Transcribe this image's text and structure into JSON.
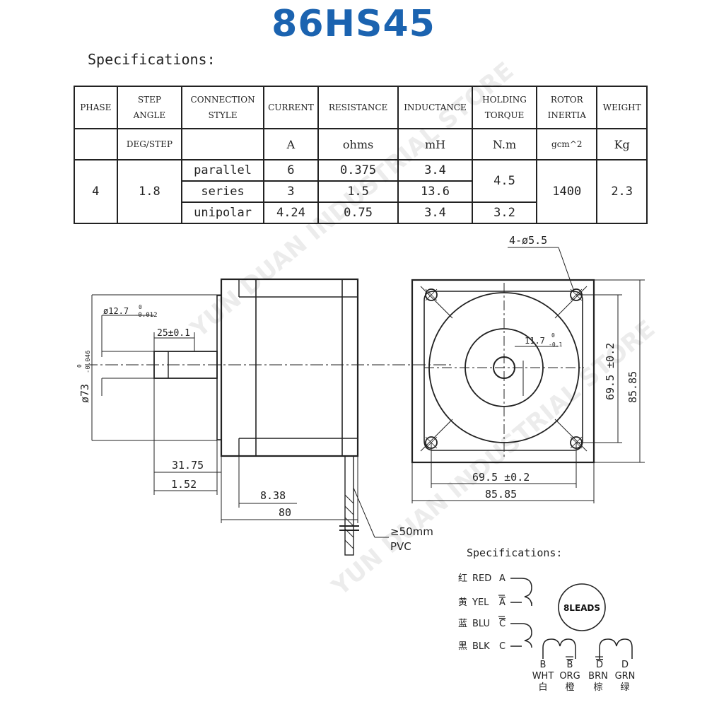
{
  "title": "86HS45",
  "spec_heading": "Specifications:",
  "table": {
    "headers": [
      "PHASE",
      "STEP\nANGLE",
      "CONNECTION\nSTYLE",
      "CURRENT",
      "RESISTANCE",
      "INDUCTANCE",
      "HOLDING\nTORQUE",
      "ROTOR\nINERTIA",
      "WEIGHT"
    ],
    "units": [
      "",
      "DEG/STEP",
      "",
      "A",
      "ohms",
      "mH",
      "N.m",
      "gcm^2",
      "Kg"
    ],
    "phase": "4",
    "step_angle": "1.8",
    "rows": [
      {
        "style": "parallel",
        "current": "6",
        "resistance": "0.375",
        "inductance": "3.4"
      },
      {
        "style": "series",
        "current": "3",
        "resistance": "1.5",
        "inductance": "13.6"
      },
      {
        "style": "unipolar",
        "current": "4.24",
        "resistance": "0.75",
        "inductance": "3.4"
      }
    ],
    "torque_bipolar": "4.5",
    "torque_unipolar": "3.2",
    "rotor_inertia": "1400",
    "weight": "2.3"
  },
  "drawing": {
    "shaft_dia": "ø12.7",
    "shaft_tol_top": "0",
    "shaft_tol_bottom": "-0.012",
    "flat_len": "25±0.1",
    "pilot_dia": "ø73",
    "pilot_tol_top": "0",
    "pilot_tol_bottom": "-0.046",
    "shaft_len": "31.75",
    "pilot_height": "1.52",
    "flange_thick": "8.38",
    "body_len": "80",
    "lead_len": "≥50mm",
    "lead_type": "PVC",
    "holes": "4-ø5.5",
    "flat_dim": "11.7",
    "flat_tol_top": "0",
    "flat_tol_bottom": "-0.1",
    "hole_spacing_h": "69.5 ±0.2",
    "hole_spacing_v": "69.5 ±0.2",
    "flange_w": "85.85",
    "flange_h": "85.85"
  },
  "wiring": {
    "heading": "Specifications:",
    "badge": "8LEADS",
    "left_wires": [
      {
        "cn": "红",
        "color": "RED",
        "term": "A",
        "bar": false
      },
      {
        "cn": "黄",
        "color": "YEL",
        "term": "A",
        "bar": true
      },
      {
        "cn": "蓝",
        "color": "BLU",
        "term": "C",
        "bar": true
      },
      {
        "cn": "黑",
        "color": "BLK",
        "term": "C",
        "bar": false
      }
    ],
    "bottom_wires": [
      {
        "term": "B",
        "bar": false,
        "color": "WHT",
        "cn": "白"
      },
      {
        "term": "B",
        "bar": true,
        "color": "ORG",
        "cn": "橙"
      },
      {
        "term": "D",
        "bar": true,
        "color": "BRN",
        "cn": "棕"
      },
      {
        "term": "D",
        "bar": false,
        "color": "GRN",
        "cn": "绿"
      }
    ]
  },
  "watermark": "YUN DUAN INDUSTRIAL STORE"
}
